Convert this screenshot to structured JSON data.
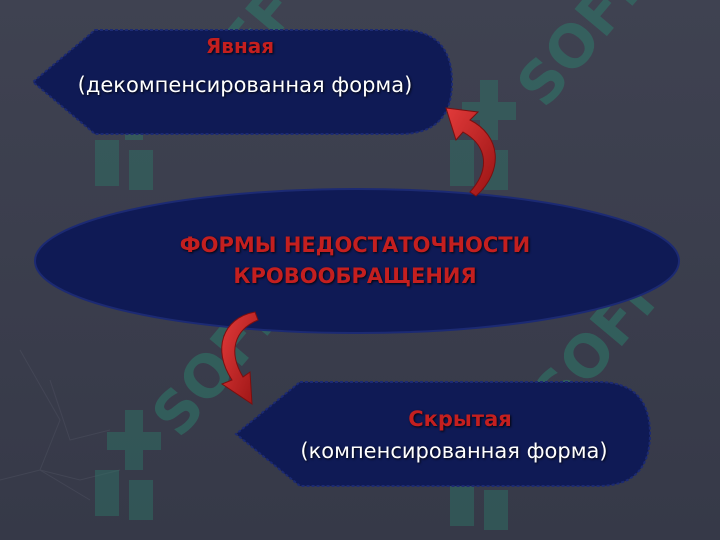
{
  "colors": {
    "background": "#3b3e4c",
    "shape_fill": "#0f1a55",
    "shape_border": "#1c2a73",
    "heading_text": "#c41f1f",
    "body_text": "#ffffff",
    "arrow_fill": "#c41f1f",
    "watermark": "#2f7a6a"
  },
  "watermark": {
    "text": "SOFF",
    "icon": "soft-logo-icon"
  },
  "top_shape": {
    "title": "Явная",
    "subtitle": "(декомпенсированная форма)"
  },
  "center_shape": {
    "line1": "ФОРМЫ НЕДОСТАТОЧНОСТИ",
    "line2": "КРОВООБРАЩЕНИЯ"
  },
  "bottom_shape": {
    "title": "Скрытая",
    "subtitle": "(компенсированная форма)"
  },
  "arrows": {
    "upper": "curved-arrow-icon",
    "lower": "curved-arrow-icon"
  }
}
